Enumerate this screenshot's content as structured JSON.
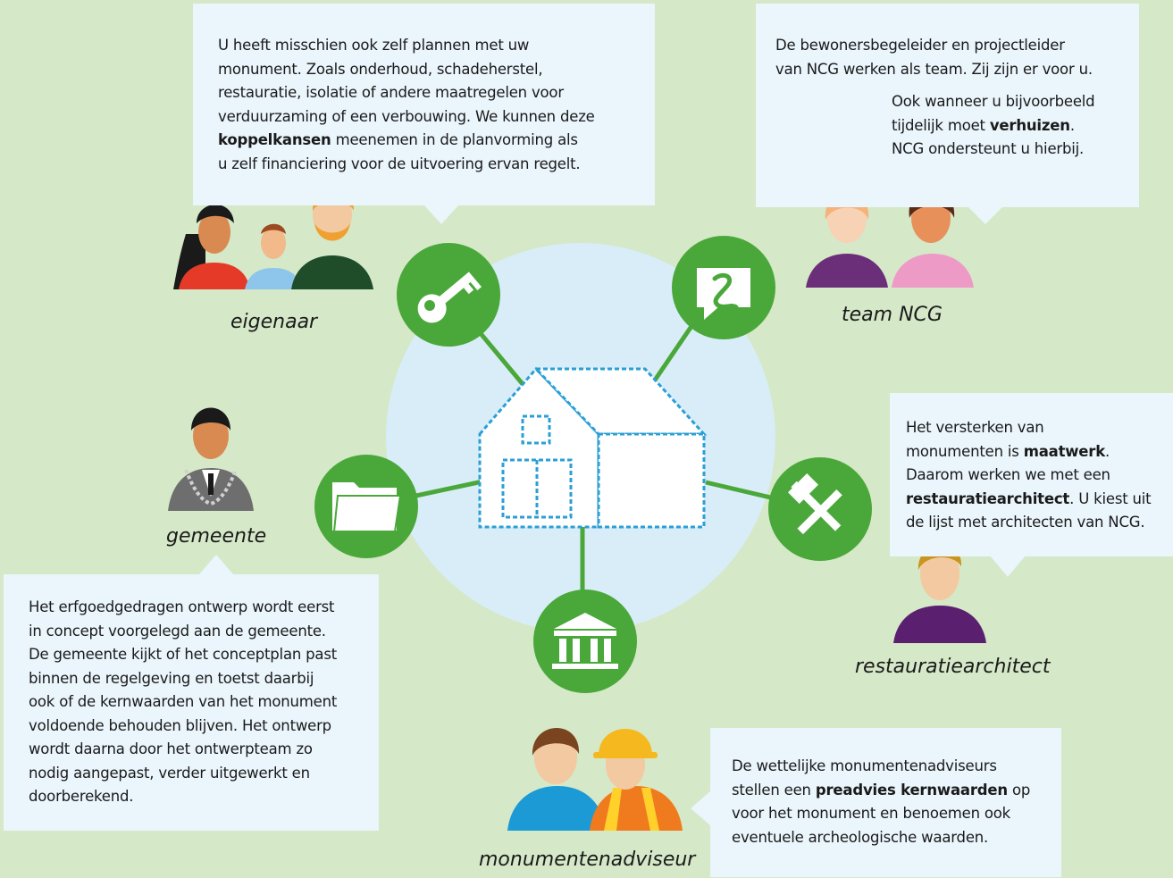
{
  "colors": {
    "background": "#d5e8c8",
    "bubble": "#eaf5fc",
    "circle": "#d9edf8",
    "green": "#4aa83a",
    "house_outline": "#2a9fd6"
  },
  "roles": {
    "eigenaar": "eigenaar",
    "team_ncg": "team NCG",
    "gemeente": "gemeente",
    "restauratiearchitect": "restauratiearchitect",
    "monumentenadviseur": "monumentenadviseur"
  },
  "icons": {
    "eigenaar": "key-icon",
    "team_ncg": "ncg-speech-bubble-icon",
    "gemeente": "folder-icon",
    "restauratiearchitect": "hammer-screwdriver-icon",
    "monumentenadviseur": "government-building-icon",
    "center": "house-icon"
  },
  "bubbles": {
    "eigenaar": {
      "lines": [
        [
          "U heeft misschien ook zelf plannen met uw"
        ],
        [
          "monument. Zoals onderhoud, schadeherstel,"
        ],
        [
          "restauratie, isolatie of andere maatregelen voor"
        ],
        [
          "verduurzaming of een verbouwing. We kunnen deze"
        ],
        [
          "",
          "koppelkansen",
          " meenemen in de planvorming als"
        ],
        [
          "u zelf financiering voor de uitvoering ervan regelt."
        ]
      ]
    },
    "team_ncg": {
      "lines_a": [
        [
          "De bewonersbegeleider en projectleider"
        ],
        [
          "van NCG werken als team. Zij zijn er voor u."
        ]
      ],
      "lines_b": [
        [
          "Ook wanneer u bijvoorbeeld"
        ],
        [
          "tijdelijk moet ",
          "verhuizen",
          "."
        ],
        [
          "NCG ondersteunt u hierbij."
        ]
      ]
    },
    "restauratiearchitect": {
      "lines": [
        [
          "Het versterken van"
        ],
        [
          "monumenten is ",
          "maatwerk",
          "."
        ],
        [
          "Daarom werken we met een"
        ],
        [
          "",
          "restauratiearchitect",
          ". U kiest uit"
        ],
        [
          "de lijst met architecten van NCG."
        ]
      ]
    },
    "gemeente": {
      "lines": [
        [
          "Het erfgoedgedragen ontwerp wordt eerst"
        ],
        [
          "in concept voorgelegd aan de gemeente."
        ],
        [
          "De gemeente kijkt of het conceptplan past"
        ],
        [
          "binnen de regelgeving en toetst daarbij"
        ],
        [
          "ook of de kernwaarden van het monument"
        ],
        [
          "voldoende behouden blijven. Het ontwerp"
        ],
        [
          "wordt daarna door het ontwerpteam zo"
        ],
        [
          "nodig aangepast, verder uitgewerkt en"
        ],
        [
          "doorberekend."
        ]
      ]
    },
    "monumentenadviseur": {
      "lines": [
        [
          "De wettelijke monumentenadviseurs"
        ],
        [
          "stellen een ",
          "preadvies kernwaarden",
          " op"
        ],
        [
          "voor het monument en benoemen ook"
        ],
        [
          "eventuele archeologische waarden."
        ]
      ]
    }
  }
}
